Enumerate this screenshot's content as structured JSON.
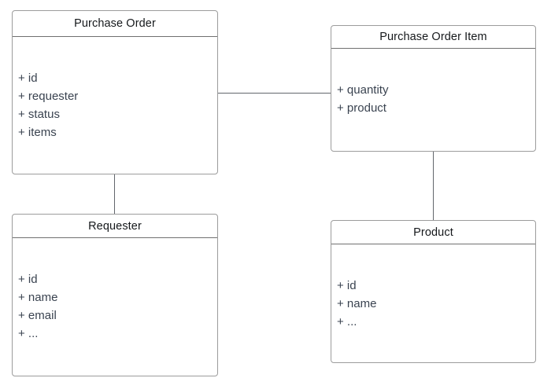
{
  "diagram": {
    "type": "uml-class-diagram",
    "background_color": "#ffffff",
    "box_border_color": "#9c9c9c",
    "divider_color": "#707070",
    "connector_color": "#62666c",
    "title_color": "#15181b",
    "attribute_color": "#3a4350"
  },
  "classes": [
    {
      "name": "Purchase Order",
      "attributes": [
        "+ id",
        "+ requester",
        "+ status",
        "+ items"
      ]
    },
    {
      "name": "Purchase Order Item",
      "attributes": [
        "+ quantity",
        "+ product"
      ]
    },
    {
      "name": "Requester",
      "attributes": [
        "+ id",
        "+ name",
        "+ email",
        "+ ..."
      ]
    },
    {
      "name": "Product",
      "attributes": [
        "+ id",
        "+ name",
        "+ ..."
      ]
    }
  ],
  "connections": [
    {
      "from": "Purchase Order",
      "to": "Purchase Order Item",
      "style": "plain-line"
    },
    {
      "from": "Purchase Order",
      "to": "Requester",
      "style": "plain-line"
    },
    {
      "from": "Purchase Order Item",
      "to": "Product",
      "style": "plain-line"
    }
  ]
}
